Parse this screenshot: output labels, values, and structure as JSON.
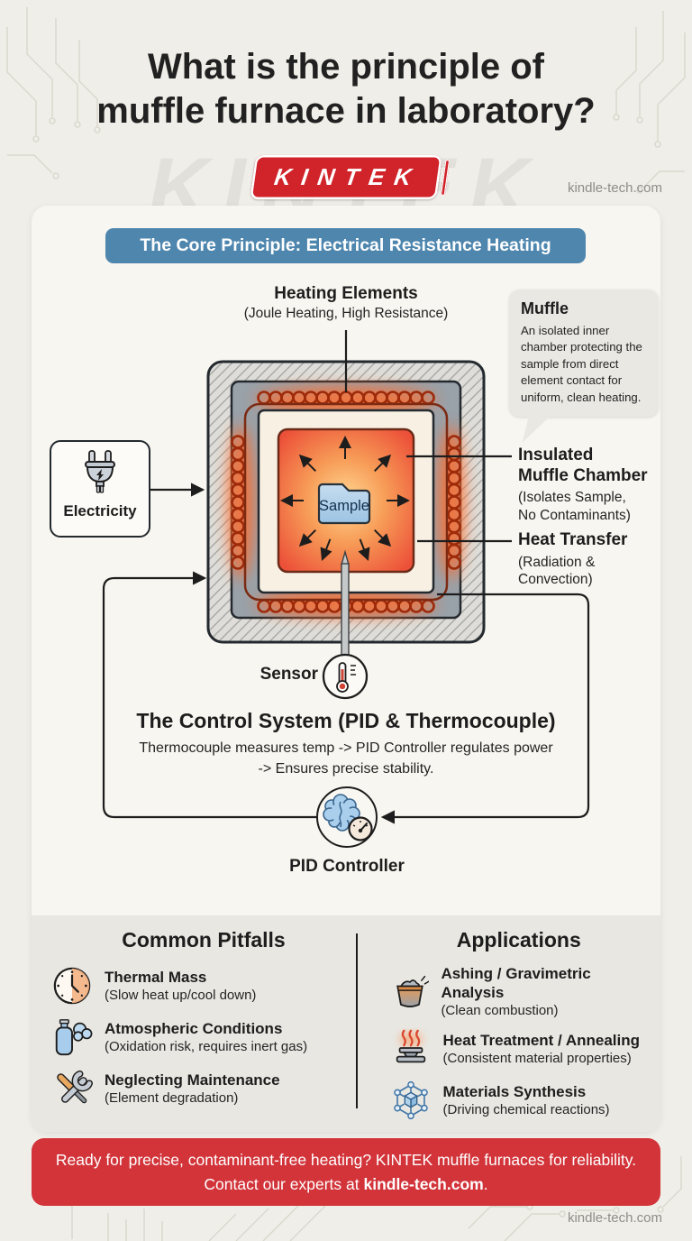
{
  "header": {
    "title_line1": "What is the principle of",
    "title_line2": "muffle furnace in laboratory?",
    "brand": "KINTEK",
    "watermark": "KINTEK",
    "site": "kindle-tech.com",
    "brand_color": "#d0232a"
  },
  "core": {
    "banner": "The Core Principle: Electrical Resistance Heating",
    "banner_color": "#4e86ae"
  },
  "diagram": {
    "heating_elements": {
      "title": "Heating Elements",
      "subtitle": "(Joule Heating, High Resistance)"
    },
    "muffle_callout": {
      "title": "Muffle",
      "body": "An isolated inner chamber protecting the sample from direct element contact for uniform, clean heating."
    },
    "electricity_label": "Electricity",
    "sample_label": "Sample",
    "insulated_chamber": {
      "title_line1": "Insulated",
      "title_line2": "Muffle Chamber",
      "sub_line1": "(Isolates Sample,",
      "sub_line2": "No Contaminants)"
    },
    "heat_transfer": {
      "title": "Heat Transfer",
      "sub_line1": "(Radiation &",
      "sub_line2": "Convection)"
    },
    "sensor_label": "Sensor",
    "control": {
      "title": "The Control System (PID & Thermocouple)",
      "line1": "Thermocouple measures temp -> PID Controller regulates power",
      "line2": "-> Ensures precise stability."
    },
    "pid_label": "PID Controller"
  },
  "pitfalls": {
    "title": "Common Pitfalls",
    "items": [
      {
        "icon": "clock-icon",
        "title": "Thermal Mass",
        "subtitle": "(Slow heat up/cool down)"
      },
      {
        "icon": "gas-cylinder-icon",
        "title": "Atmospheric Conditions",
        "subtitle": "(Oxidation risk, requires inert gas)"
      },
      {
        "icon": "tools-icon",
        "title": "Neglecting Maintenance",
        "subtitle": "(Element degradation)"
      }
    ]
  },
  "applications": {
    "title": "Applications",
    "items": [
      {
        "icon": "crucible-icon",
        "title": "Ashing / Gravimetric Analysis",
        "subtitle": "(Clean combustion)"
      },
      {
        "icon": "heat-treatment-icon",
        "title": "Heat Treatment / Annealing",
        "subtitle": "(Consistent material properties)"
      },
      {
        "icon": "molecule-icon",
        "title": "Materials Synthesis",
        "subtitle": "(Driving chemical reactions)"
      }
    ]
  },
  "cta": {
    "line1": "Ready for precise, contaminant-free heating? KINTEK muffle furnaces for reliability.",
    "line2_prefix": "Contact our experts at ",
    "line2_bold": "kindle-tech.com",
    "line2_suffix": ".",
    "bg_color": "#d2343a"
  },
  "footer": {
    "site": "kindle-tech.com"
  }
}
